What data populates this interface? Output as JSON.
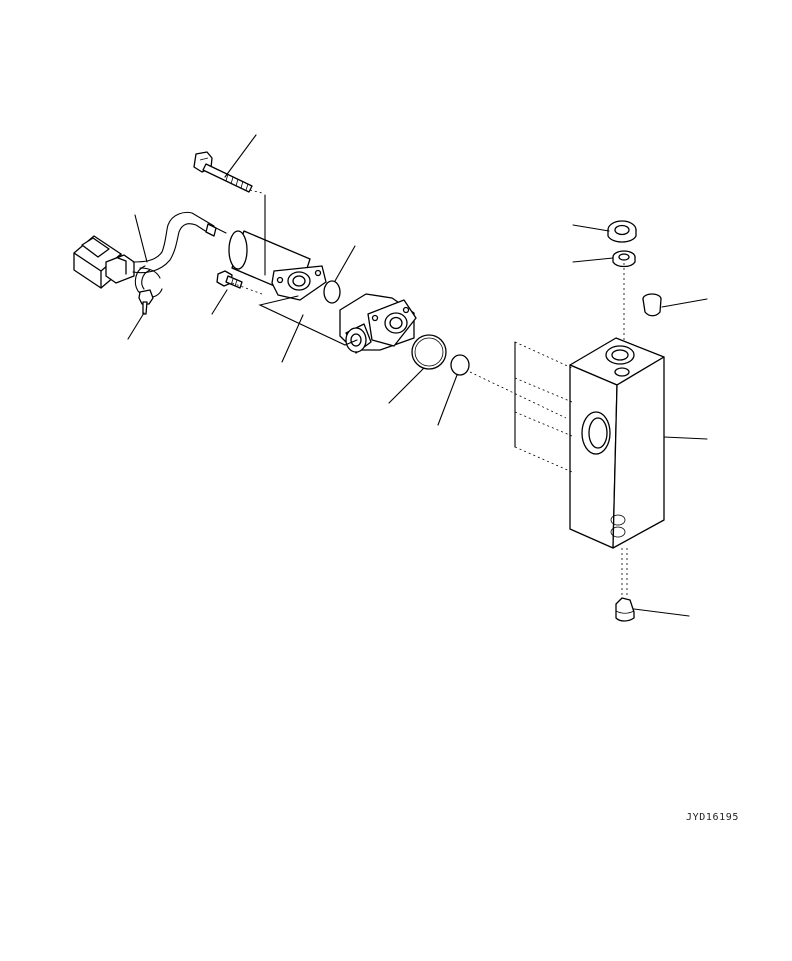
{
  "drawing": {
    "code": "JYD16195",
    "parts": [
      {
        "name": "connector"
      },
      {
        "name": "clamp"
      },
      {
        "name": "wire-harness"
      },
      {
        "name": "mounting-bolt"
      },
      {
        "name": "solenoid-coil"
      },
      {
        "name": "small-o-ring"
      },
      {
        "name": "small-bolt"
      },
      {
        "name": "solenoid-valve"
      },
      {
        "name": "large-o-ring"
      },
      {
        "name": "o-ring-small"
      },
      {
        "name": "plug-with-o-ring"
      },
      {
        "name": "washer-plug"
      },
      {
        "name": "side-plug"
      },
      {
        "name": "valve-block"
      },
      {
        "name": "bottom-plug"
      }
    ]
  }
}
